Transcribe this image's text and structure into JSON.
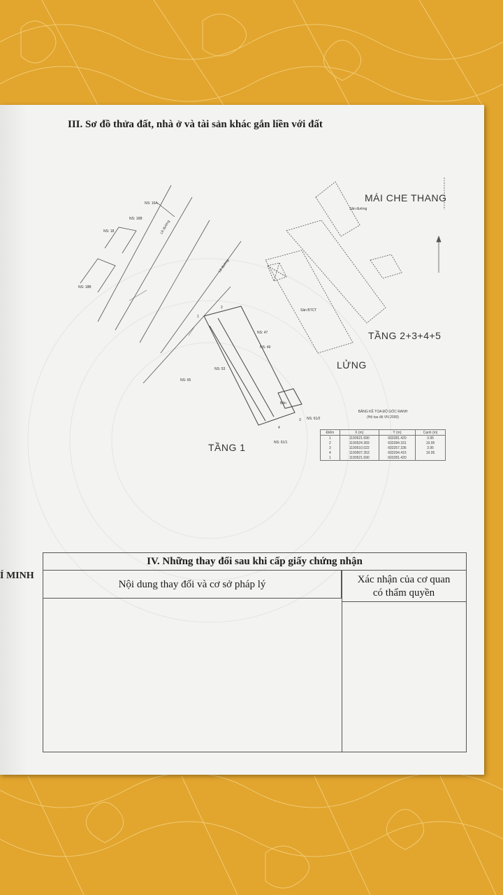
{
  "section3": {
    "title": "III. Sơ đồ thửa đất, nhà ở và tài sản khác gắn liền với đất"
  },
  "plan": {
    "labels": {
      "mai_che_thang": "MÁI CHE THANG",
      "tang_235": "TẦNG 2+3+4+5",
      "lung": "LỬNG",
      "tang_1": "TẦNG 1"
    },
    "neighbors": [
      "NS: 16A",
      "NS: 16B",
      "NS: 18",
      "NS: 18B",
      "NS: 47",
      "NS: 49",
      "NS: 53",
      "NS: 65",
      "NS: 61/2",
      "NS: 61/1"
    ],
    "annotations": {
      "le_duong_1": "Lề đường",
      "le_duong_2": "Lề đường",
      "san_btct": "Sân BTCT",
      "san_duong": "Sân đường",
      "ben": "Bến"
    }
  },
  "coord_table": {
    "caption_line1": "BẢNG KÊ TỌA ĐỘ GÓC RANH",
    "caption_line2": "(Hệ tọa độ VN 2000)",
    "headers": [
      "Điểm",
      "X (m)",
      "Y (m)",
      "Cạnh (m)"
    ],
    "rows": [
      [
        "1",
        "1190521.690",
        "603281.420",
        "3.95"
      ],
      [
        "2",
        "1190524.369",
        "603284.331",
        "19.95"
      ],
      [
        "3",
        "1190510.022",
        "603257.336",
        "3.95"
      ],
      [
        "4",
        "1190507.353",
        "603294.415",
        "19.95"
      ],
      [
        "1",
        "1190521.690",
        "603281.420",
        ""
      ]
    ]
  },
  "side_text": "Í MINH",
  "section4": {
    "title": "IV. Những thay đổi sau khi cấp giấy chứng nhận",
    "col_left": "Nội dung thay đổi và cơ sở pháp lý",
    "col_right_line1": "Xác nhận của cơ quan",
    "col_right_line2": "có thẩm quyền"
  }
}
